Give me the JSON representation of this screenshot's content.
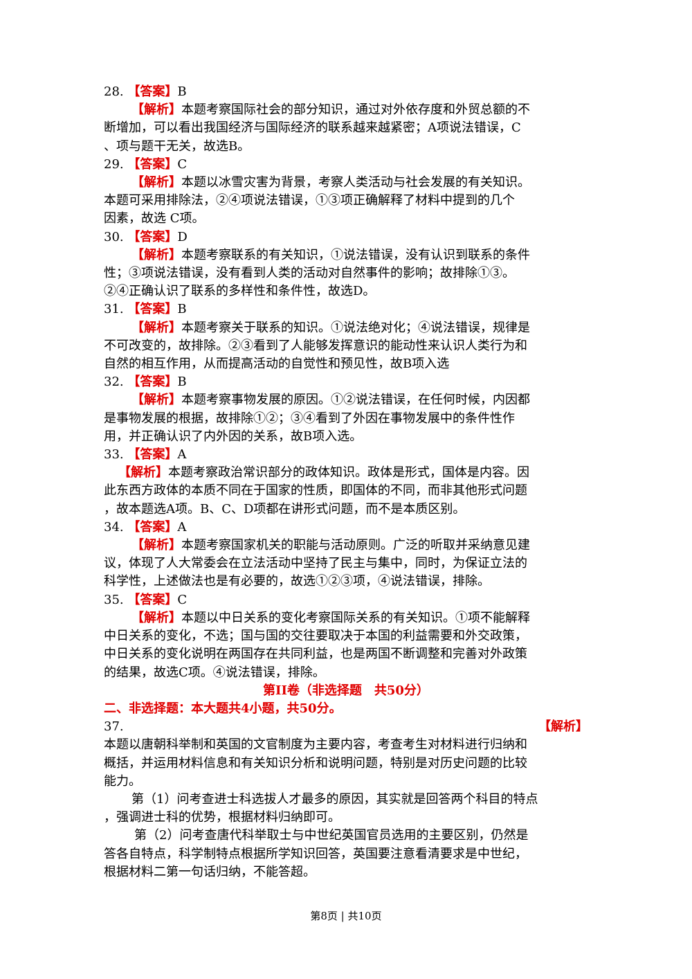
{
  "answer_tag": "【答案】",
  "analysis_tag": "【解析】",
  "q28": {
    "num": "28. ",
    "letter": "B",
    "lines": [
      "本题考察国际社会的部分知识，通过对外依存度和外贸总额的不",
      "断增加，可以看出我国经济与国际经济的联系越来越紧密；A项说法错误，C",
      "、项与题干无关，故选B。"
    ]
  },
  "q29": {
    "num": "29. ",
    "letter": "C",
    "lines": [
      "本题以冰雪灾害为背景，考察人类活动与社会发展的有关知识。",
      "本题可采用排除法，②④项说法错误，①③项正确解释了材料中提到的几个",
      "因素，故选 C项。"
    ]
  },
  "q30": {
    "num": "30. ",
    "letter": "D",
    "lines": [
      "本题考察联系的有关知识，①说法错误，没有认识到联系的条件",
      "性；③项说法错误，没有看到人类的活动对自然事件的影响；故排除①③。",
      "②④正确认识了联系的多样性和条件性，故选D。"
    ]
  },
  "q31": {
    "num": "31. ",
    "letter": "B",
    "lines": [
      "本题考察关于联系的知识。①说法绝对化；④说法错误，规律是",
      "不可改变的，故排除。②③看到了人能够发挥意识的能动性来认识人类行为和",
      "自然的相互作用，从而提高活动的自觉性和预见性，故B项入选"
    ]
  },
  "q32": {
    "num": "32. ",
    "letter": "B",
    "lines": [
      "本题考察事物发展的原因。①②说法错误，在任何时候，内因都",
      "是事物发展的根据，故排除①②；③④看到了外因在事物发展中的条件性作",
      "用，并正确认识了内外因的关系，故B项入选。"
    ]
  },
  "q33": {
    "num": "33. ",
    "letter": "A",
    "lines": [
      "本题考察政治常识部分的政体知识。政体是形式，国体是内容。因",
      "此东西方政体的本质不同在于国家的性质，即国体的不同，而非其他形式问题",
      "，故本题选A项。B、C、D项都在讲形式问题，而不是本质区别。"
    ]
  },
  "q34": {
    "num": "34. ",
    "letter": "A",
    "lines": [
      "本题考察国家机关的职能与活动原则。广泛的听取并采纳意见建",
      "议，体现了人大常委会在立法活动中坚持了民主与集中，同时，为保证立法的",
      "科学性，上述做法也是有必要的，故选①②③项，④说法错误，排除。"
    ]
  },
  "q35": {
    "num": "35. ",
    "letter": "C",
    "lines": [
      "本题以中日关系的变化考察国际关系的有关知识。①项不能解释",
      "中日关系的变化，不选；国与国的交往要取决于本国的利益需要和外交政策，",
      "中日关系的变化说明在两国存在共同利益，也是两国不断调整和完善对外政策",
      "的结果，故选C项。④说法错误，排除。"
    ]
  },
  "section_title": "第II卷（非选择题　共50分）",
  "part_heading": "二、非选择题：本大题共4小题，共50分。",
  "q37": {
    "num": "37.",
    "intro": [
      "本题以唐朝科举制和英国的文官制度为主要内容，考查考生对材料进行归纳和",
      "概括，并运用材料信息和有关知识分析和说明问题，特别是对历史问题的比较",
      "能力。"
    ],
    "p1": [
      "第（1）问考查进士科选拔人才最多的原因，其实就是回答两个科目的特点",
      "，强调进士科的优势，根据材料归纳即可。"
    ],
    "p2": [
      "第（2）问考查唐代科举取士与中世纪英国官员选用的主要区别，仍然是",
      "答各自特点，科学制特点根据所学知识回答，英国要注意看清要求是中世纪，",
      "根据材料二第一句话归纳，不能答超。"
    ]
  },
  "footer": "第8页 | 共10页"
}
